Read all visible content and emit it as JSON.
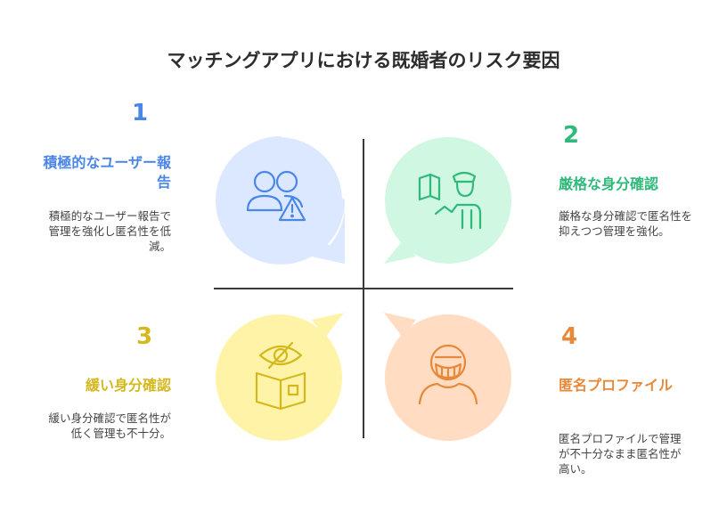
{
  "title": "マッチングアプリにおける既婚者のリスク要因",
  "quadrants": [
    {
      "number": "1",
      "heading": "積極的なユーザー報告",
      "description": "積極的なユーザー報告で管理を強化し匿名性を低減。",
      "color": "#4a86e8",
      "bubble_color": "#dbe8ff",
      "icon": "users-warning-icon"
    },
    {
      "number": "2",
      "heading": "厳格な身分確認",
      "description": "厳格な身分確認で匿名性を抑えつつ管理を強化。",
      "color": "#2fb97a",
      "bubble_color": "#cff7e2",
      "icon": "officer-id-check-icon"
    },
    {
      "number": "3",
      "heading": "緩い身分確認",
      "description": "緩い身分確認で匿名性が低く管理も不十分。",
      "color": "#d4b81d",
      "bubble_color": "#fff3a8",
      "icon": "eye-document-icon"
    },
    {
      "number": "4",
      "heading": "匿名プロファイル",
      "description": "匿名プロファイルで管理が不十分なまま匿名性が高い。",
      "color": "#e8893a",
      "bubble_color": "#ffdcc2",
      "icon": "masked-person-icon"
    }
  ]
}
